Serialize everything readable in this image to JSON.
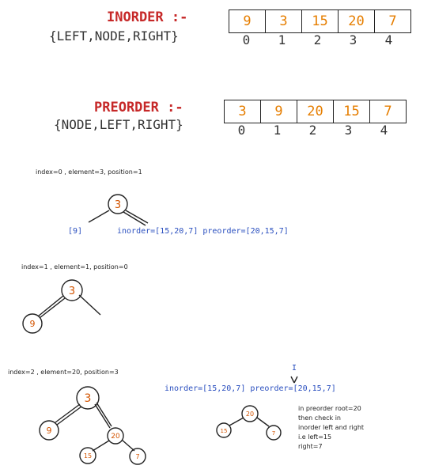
{
  "inorder": {
    "title": "INORDER :-",
    "subtitle": "{LEFT,NODE,RIGHT}",
    "values": [
      "9",
      "3",
      "15",
      "20",
      "7"
    ],
    "indices": [
      "0",
      "1",
      "2",
      "3",
      "4"
    ]
  },
  "preorder": {
    "title": "PREORDER :-",
    "subtitle": "{NODE,LEFT,RIGHT}",
    "values": [
      "3",
      "9",
      "20",
      "15",
      "7"
    ],
    "indices": [
      "0",
      "1",
      "2",
      "3",
      "4"
    ]
  },
  "step1": {
    "caption": "index=0 , element=3, position=1",
    "root": "3",
    "left_list": "[9]",
    "right_lists": "inorder=[15,20,7] preorder=[20,15,7]"
  },
  "step2": {
    "caption": "index=1 , element=1, position=0",
    "root": "3",
    "left": "9"
  },
  "step3": {
    "caption": "index=2 , element=20, position=3",
    "root": "3",
    "left": "9",
    "right": "20",
    "right_left": "15",
    "right_right": "7",
    "marker": "I",
    "lists": "inorder=[15,20,7] preorder=[20,15,7]",
    "sub_root": "20",
    "sub_left": "15",
    "sub_right": "7",
    "explanation": [
      "in preorder root=20",
      "then check in",
      "inorder left and right",
      "i.e left=15",
      "right=7"
    ]
  }
}
